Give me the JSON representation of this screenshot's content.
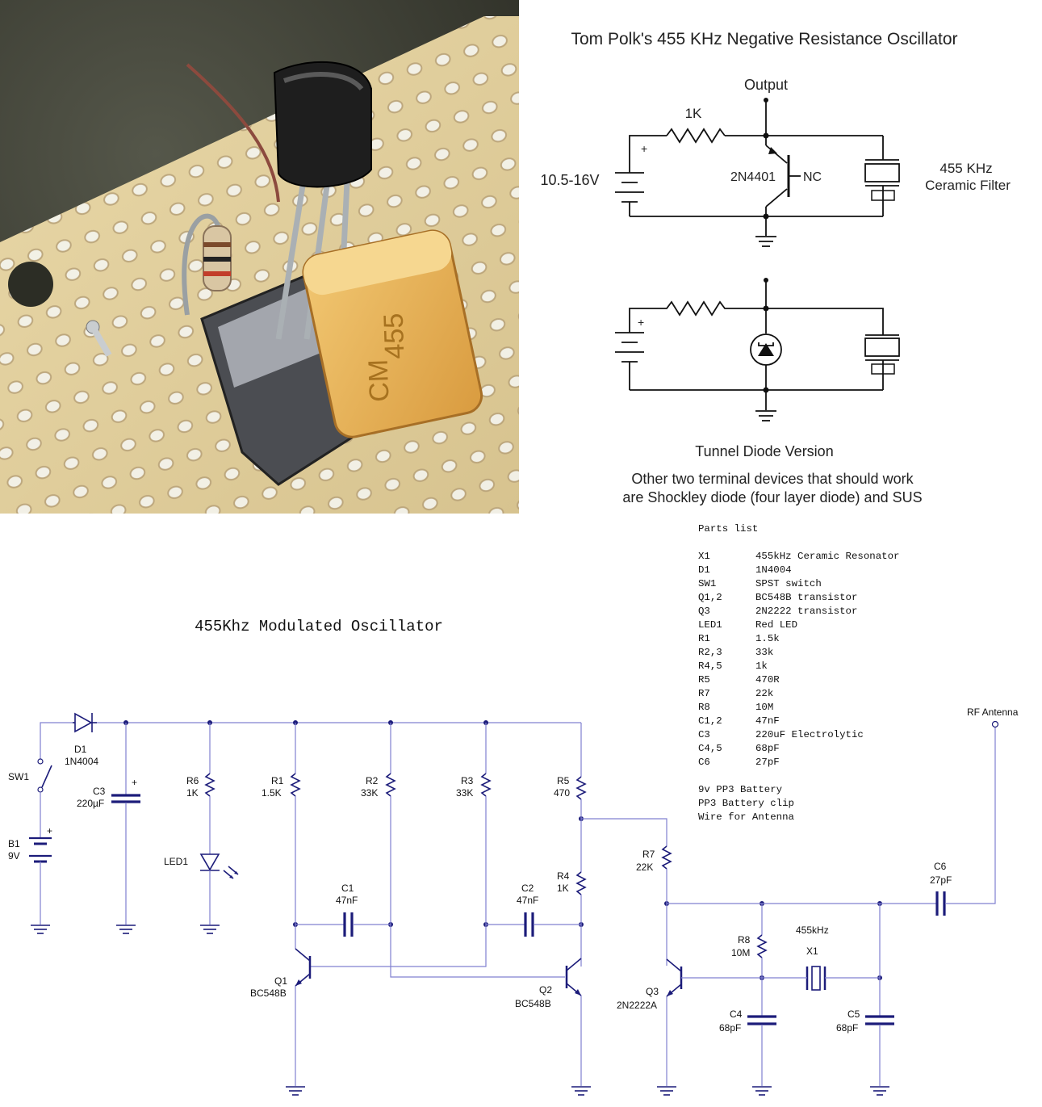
{
  "photo": {
    "component_marking_1": "455",
    "component_marking_2": "CM"
  },
  "top_schematic": {
    "title": "Tom Polk's 455 KHz  Negative Resistance Oscillator",
    "output_label": "Output",
    "resistor_label": "1K",
    "supply_label": "10.5-16V",
    "plus_sign": "+",
    "transistor_label": "2N4401",
    "nc_label": "NC",
    "filter_label_1": "455 KHz",
    "filter_label_2": "Ceramic Filter",
    "plus_sign_2": "+",
    "tunnel_caption": "Tunnel Diode Version",
    "note_line_1": "Other two terminal devices that should work",
    "note_line_2": "are Shockley diode (four layer diode) and SUS"
  },
  "parts_list": {
    "heading": "Parts list",
    "items": [
      {
        "ref": "X1",
        "desc": "455kHz Ceramic Resonator"
      },
      {
        "ref": "D1",
        "desc": "1N4004"
      },
      {
        "ref": "SW1",
        "desc": "SPST switch"
      },
      {
        "ref": "Q1,2",
        "desc": "BC548B transistor"
      },
      {
        "ref": "Q3",
        "desc": "2N2222 transistor"
      },
      {
        "ref": "LED1",
        "desc": "Red LED"
      },
      {
        "ref": "R1",
        "desc": "1.5k"
      },
      {
        "ref": "R2,3",
        "desc": "33k"
      },
      {
        "ref": "R4,5",
        "desc": "1k"
      },
      {
        "ref": "R5",
        "desc": "470R"
      },
      {
        "ref": "R7",
        "desc": "22k"
      },
      {
        "ref": "R8",
        "desc": "10M"
      },
      {
        "ref": "C1,2",
        "desc": "47nF"
      },
      {
        "ref": "C3",
        "desc": "220uF Electrolytic"
      },
      {
        "ref": "C4,5",
        "desc": "68pF"
      },
      {
        "ref": "C6",
        "desc": "27pF"
      }
    ],
    "extras": [
      "9v PP3 Battery",
      "PP3 Battery clip",
      "Wire for Antenna"
    ]
  },
  "bottom_schematic": {
    "title": "455Khz Modulated Oscillator",
    "labels": {
      "d1": "D1",
      "d1_val": "1N4004",
      "sw1": "SW1",
      "b1": "B1",
      "b1_val": "9V",
      "b1_plus": "+",
      "c3": "C3",
      "c3_val": "220µF",
      "c3_plus": "+",
      "r6": "R6",
      "r6_val": "1K",
      "led1": "LED1",
      "r1": "R1",
      "r1_val": "1.5K",
      "r2": "R2",
      "r2_val": "33K",
      "r3": "R3",
      "r3_val": "33K",
      "r5": "R5",
      "r5_val": "470",
      "r4": "R4",
      "r4_val": "1K",
      "c1": "C1",
      "c1_val": "47nF",
      "c2": "C2",
      "c2_val": "47nF",
      "q1": "Q1",
      "q1_val": "BC548B",
      "q2": "Q2",
      "q2_val": "BC548B",
      "r7": "R7",
      "r7_val": "22K",
      "q3": "Q3",
      "q3_val": "2N2222A",
      "r8": "R8",
      "r8_val": "10M",
      "x1_freq": "455kHz",
      "x1": "X1",
      "c4": "C4",
      "c4_val": "68pF",
      "c5": "C5",
      "c5_val": "68pF",
      "c6": "C6",
      "c6_val": "27pF",
      "antenna": "RF Antenna"
    }
  }
}
